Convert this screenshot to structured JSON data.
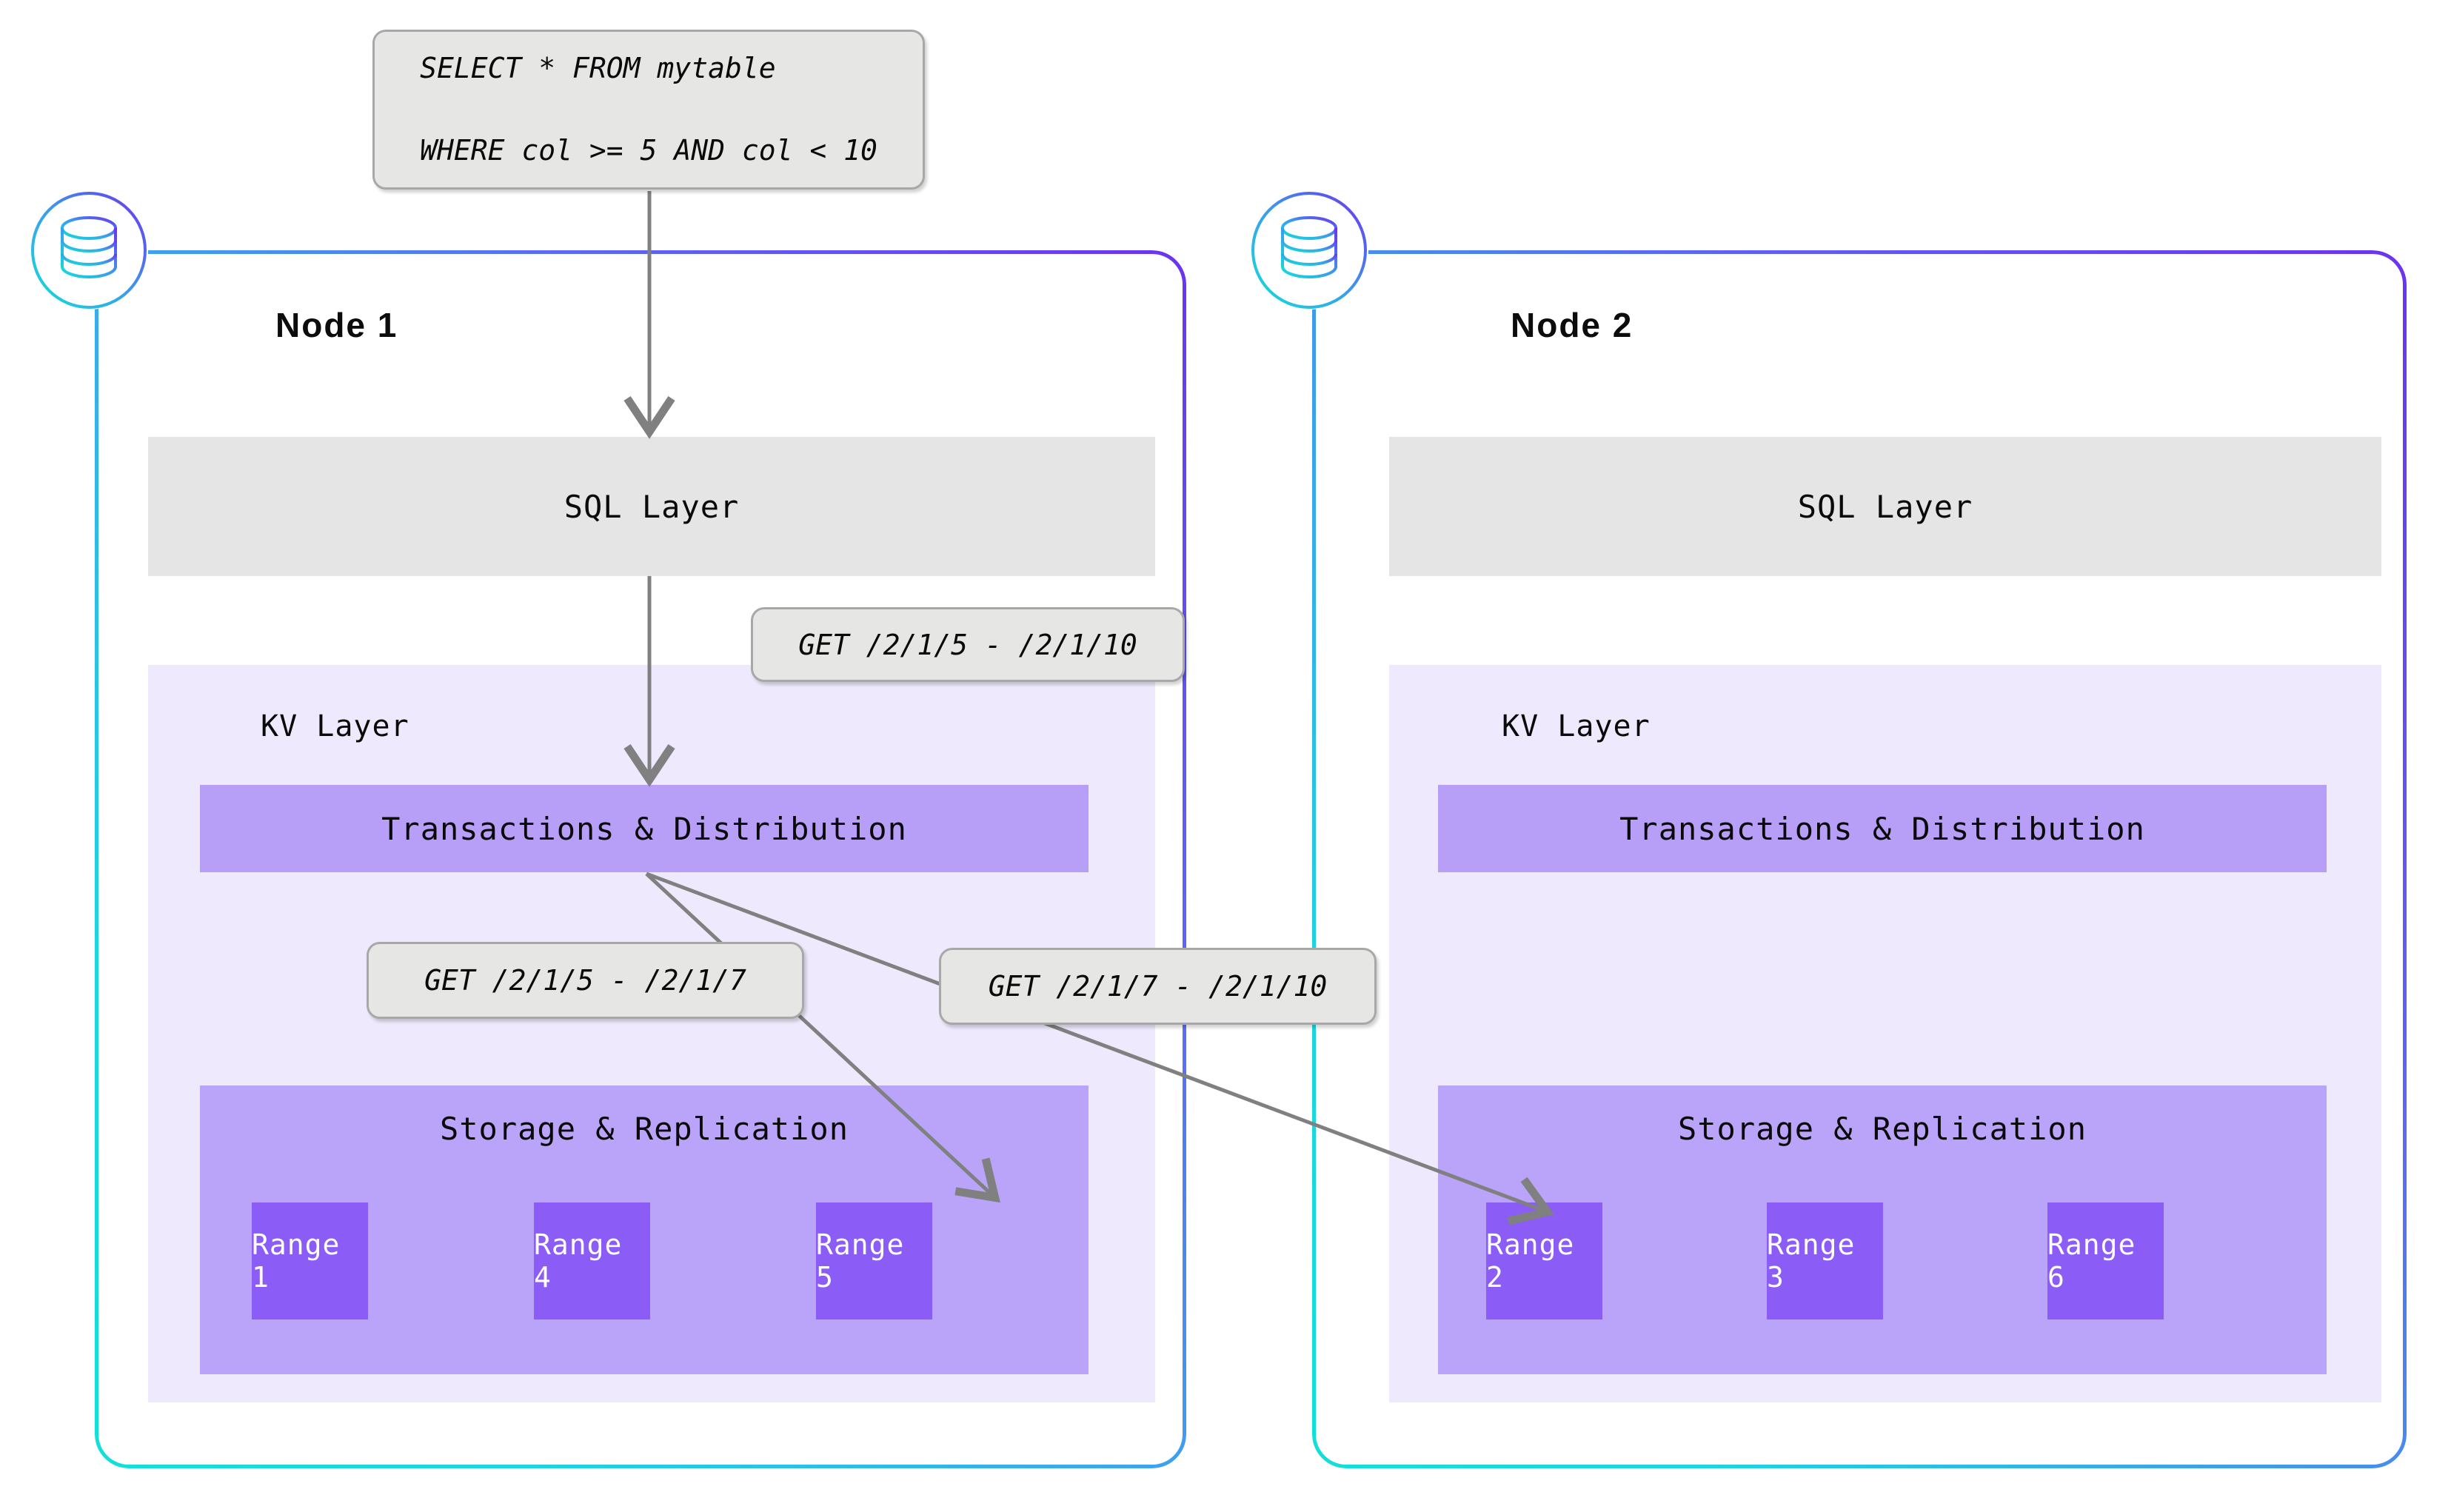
{
  "diagram": {
    "title": "Distributed SQL query routing across two nodes",
    "colors": {
      "gradient_start": "#11e0d8",
      "gradient_end": "#6b33f0",
      "sql_layer_bg": "#e5e5e5",
      "kv_layer_bg": "#eee9fc",
      "txn_bar_bg": "#b79ff7",
      "storage_bar_bg": "#baa4f9",
      "range_bg": "#8b5cf6",
      "bubble_bg": "#e6e6e4",
      "bubble_border": "#a8a8a8",
      "arrow": "#808080"
    }
  },
  "query_bubble": {
    "line1": "SELECT * FROM mytable",
    "line2": "WHERE col >= 5 AND col < 10"
  },
  "callouts": {
    "sql_to_kv": "GET /2/1/5 - /2/1/10",
    "kv_to_local_range": "GET /2/1/5 - /2/1/7",
    "kv_to_remote_range": "GET /2/1/7 - /2/1/10"
  },
  "labels": {
    "sql_layer": "SQL Layer",
    "kv_layer": "KV Layer",
    "transactions": "Transactions & Distribution",
    "storage": "Storage & Replication"
  },
  "nodes": [
    {
      "title": "Node 1",
      "icon": "database-icon",
      "sql_layer": "SQL Layer",
      "kv_layer": "KV Layer",
      "transactions": "Transactions & Distribution",
      "storage": "Storage & Replication",
      "ranges": [
        "Range 1",
        "Range 4",
        "Range 5"
      ]
    },
    {
      "title": "Node 2",
      "icon": "database-icon",
      "sql_layer": "SQL Layer",
      "kv_layer": "KV Layer",
      "transactions": "Transactions & Distribution",
      "storage": "Storage & Replication",
      "ranges": [
        "Range 2",
        "Range 3",
        "Range 6"
      ]
    }
  ]
}
